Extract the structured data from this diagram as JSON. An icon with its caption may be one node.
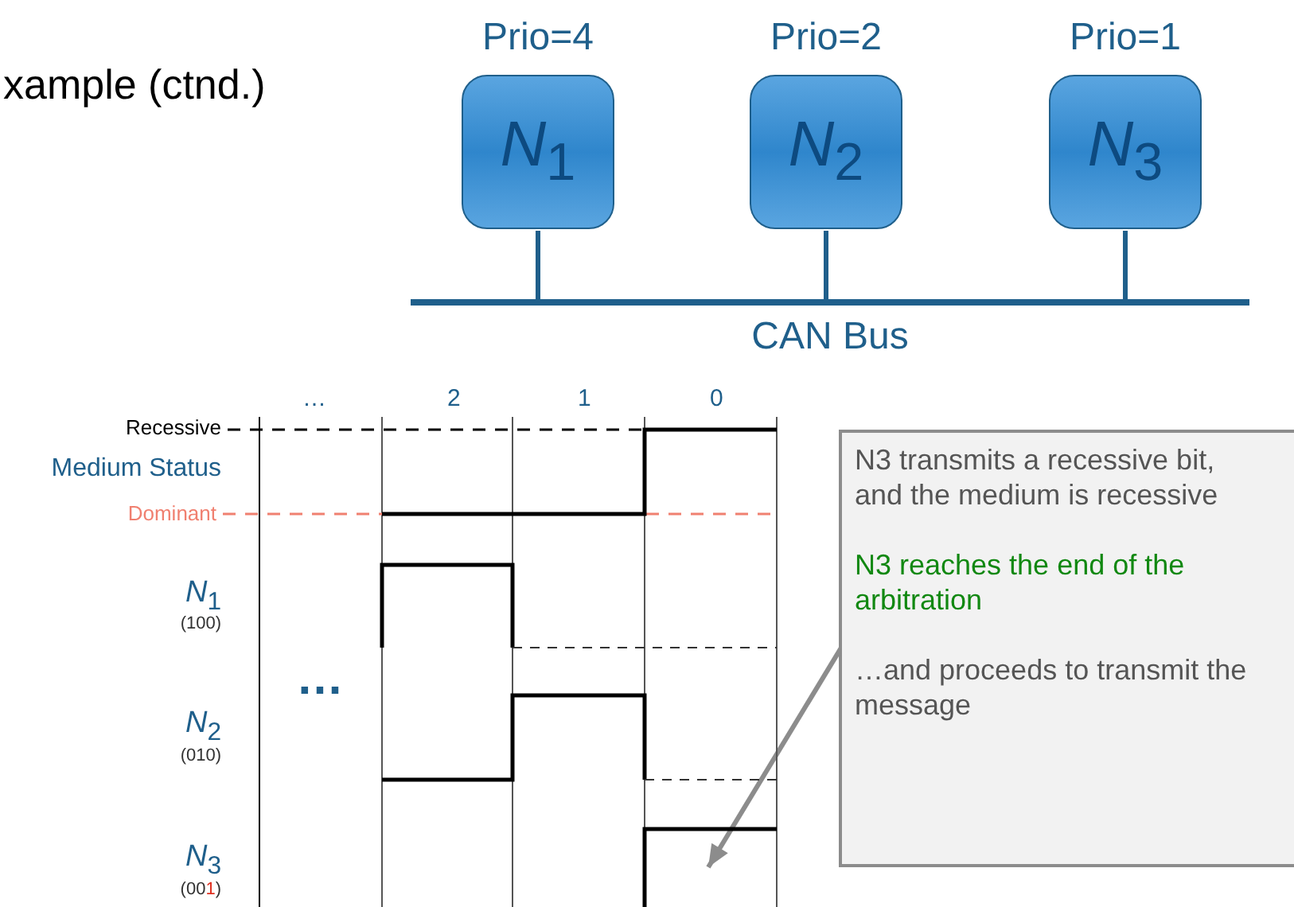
{
  "diagram": {
    "title": "xample (ctnd.)",
    "nodes": [
      {
        "text": [
          "*N*$_{1}$"
        ],
        "beside": [
          "Prio=4"
        ]
      },
      {
        "text": [
          "*N*$_{2}$"
        ],
        "beside": [
          "Prio=2"
        ]
      },
      {
        "text": [
          "*N*$_{3}$"
        ],
        "beside": [
          "Prio=1"
        ]
      },
      {
        "text": [
          "CAN Bus"
        ]
      },
      {
        "text": [
          "N3 transmits a recessive bit, and the medium is recessive",
          "N3 reaches the end of the arbitration",
          "…and proceeds to transmit the message"
        ]
      }
    ],
    "edges": [
      {
        "from": 0,
        "to": 3,
        "arrow": "none"
      },
      {
        "from": 1,
        "to": 3,
        "arrow": "none"
      },
      {
        "from": 2,
        "to": 3,
        "arrow": "none"
      },
      {
        "from": 4,
        "to": null,
        "arrow": "to",
        "color": "#8c8c8c"
      }
    ],
    "labels": [
      "…",
      "2",
      "1",
      "0",
      "Recessive",
      "Medium Status",
      "Dominant",
      "*N*$_{1}$",
      "(100)",
      "*N*$_{2}$",
      "(010)",
      "*N*$_{3}$",
      "(001)",
      "…"
    ]
  }
}
